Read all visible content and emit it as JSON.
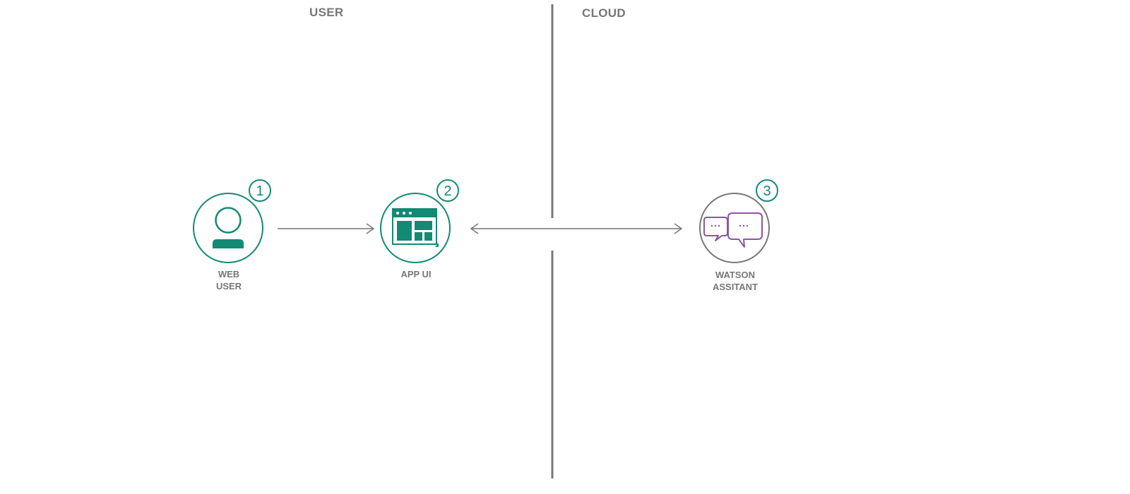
{
  "zones": {
    "user": "USER",
    "cloud": "CLOUD"
  },
  "nodes": [
    {
      "id": "web-user",
      "step": "1",
      "label_lines": [
        "WEB",
        "USER"
      ],
      "icon": "person-icon"
    },
    {
      "id": "app-ui",
      "step": "2",
      "label_lines": [
        "APP UI"
      ],
      "icon": "browser-window-icon"
    },
    {
      "id": "watson-assistant",
      "step": "3",
      "label_lines": [
        "WATSON",
        "ASSITANT"
      ],
      "icon": "chat-bubbles-icon"
    }
  ],
  "edges": [
    {
      "from": "web-user",
      "to": "app-ui",
      "direction": "forward"
    },
    {
      "from": "app-ui",
      "to": "watson-assistant",
      "direction": "bidirectional"
    }
  ],
  "colors": {
    "teal": "#138a74",
    "purple": "#8c56a6",
    "gray": "#777777",
    "divider": "#777777"
  }
}
